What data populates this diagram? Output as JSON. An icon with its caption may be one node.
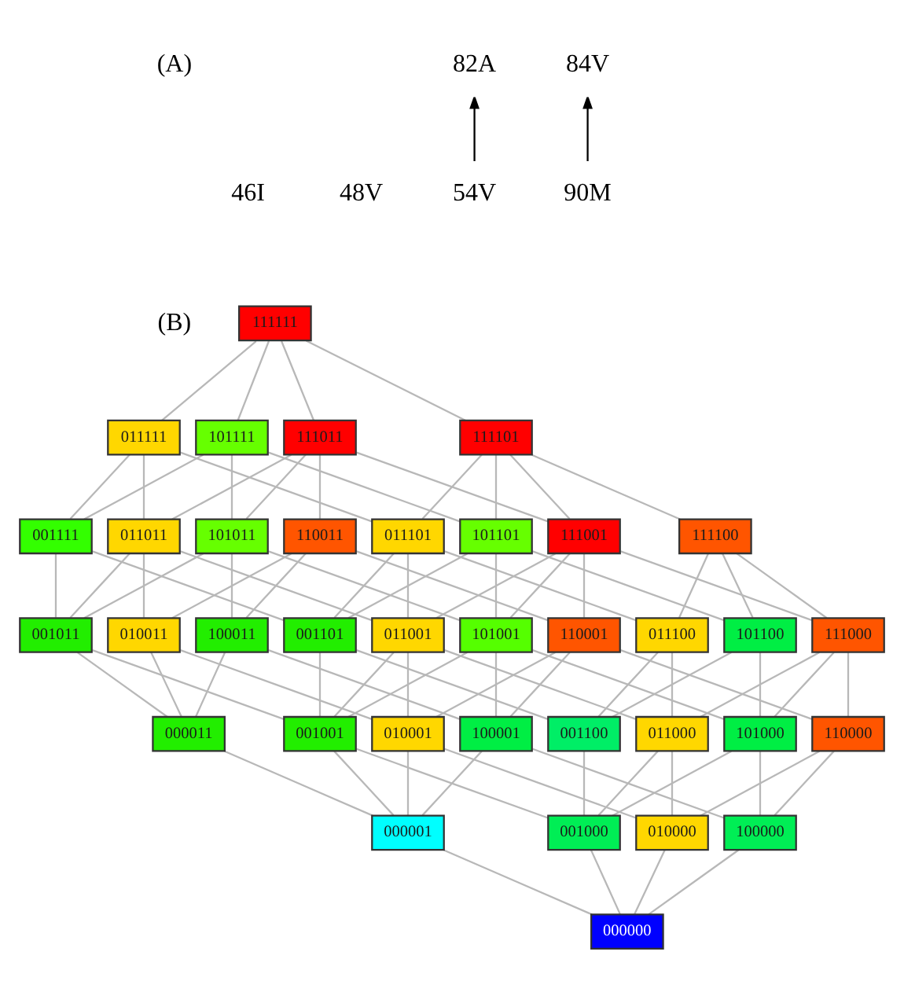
{
  "diagram": {
    "nodes": [
      {
        "text": [
          "82A"
        ]
      },
      {
        "text": [
          "84V"
        ]
      },
      {
        "text": [
          "46I"
        ]
      },
      {
        "text": [
          "48V"
        ]
      },
      {
        "text": [
          "54V"
        ]
      },
      {
        "text": [
          "90M"
        ]
      },
      {
        "text": [
          "111111"
        ]
      },
      {
        "text": [
          "011111"
        ]
      },
      {
        "text": [
          "101111"
        ]
      },
      {
        "text": [
          "111011"
        ]
      },
      {
        "text": [
          "111101"
        ]
      },
      {
        "text": [
          "001111"
        ]
      },
      {
        "text": [
          "011011"
        ]
      },
      {
        "text": [
          "101011"
        ]
      },
      {
        "text": [
          "110011"
        ]
      },
      {
        "text": [
          "011101"
        ]
      },
      {
        "text": [
          "101101"
        ]
      },
      {
        "text": [
          "111001"
        ]
      },
      {
        "text": [
          "111100"
        ]
      },
      {
        "text": [
          "001011"
        ]
      },
      {
        "text": [
          "010011"
        ]
      },
      {
        "text": [
          "100011"
        ]
      },
      {
        "text": [
          "001101"
        ]
      },
      {
        "text": [
          "011001"
        ]
      },
      {
        "text": [
          "101001"
        ]
      },
      {
        "text": [
          "110001"
        ]
      },
      {
        "text": [
          "011100"
        ]
      },
      {
        "text": [
          "101100"
        ]
      },
      {
        "text": [
          "111000"
        ]
      },
      {
        "text": [
          "000011"
        ]
      },
      {
        "text": [
          "001001"
        ]
      },
      {
        "text": [
          "010001"
        ]
      },
      {
        "text": [
          "100001"
        ]
      },
      {
        "text": [
          "001100"
        ]
      },
      {
        "text": [
          "011000"
        ]
      },
      {
        "text": [
          "101000"
        ]
      },
      {
        "text": [
          "110000"
        ]
      },
      {
        "text": [
          "000001"
        ]
      },
      {
        "text": [
          "001000"
        ]
      },
      {
        "text": [
          "010000"
        ]
      },
      {
        "text": [
          "100000"
        ]
      },
      {
        "text": [
          "000000"
        ]
      }
    ],
    "edges": [
      {
        "from": 4,
        "to": 0,
        "arrow": "to",
        "color": "#000000"
      },
      {
        "from": 5,
        "to": 1,
        "arrow": "to",
        "color": "#000000"
      },
      {
        "from": 7,
        "to": 6,
        "arrow": "none"
      },
      {
        "from": 8,
        "to": 6,
        "arrow": "none"
      },
      {
        "from": 9,
        "to": 6,
        "arrow": "none"
      },
      {
        "from": 10,
        "to": 6,
        "arrow": "none"
      },
      {
        "from": 11,
        "to": 7,
        "arrow": "none"
      },
      {
        "from": 12,
        "to": 7,
        "arrow": "none"
      },
      {
        "from": 15,
        "to": 7,
        "arrow": "none"
      },
      {
        "from": 11,
        "to": 8,
        "arrow": "none"
      },
      {
        "from": 13,
        "to": 8,
        "arrow": "none"
      },
      {
        "from": 16,
        "to": 8,
        "arrow": "none"
      },
      {
        "from": 12,
        "to": 9,
        "arrow": "none"
      },
      {
        "from": 13,
        "to": 9,
        "arrow": "none"
      },
      {
        "from": 14,
        "to": 9,
        "arrow": "none"
      },
      {
        "from": 17,
        "to": 9,
        "arrow": "none"
      },
      {
        "from": 15,
        "to": 10,
        "arrow": "none"
      },
      {
        "from": 16,
        "to": 10,
        "arrow": "none"
      },
      {
        "from": 17,
        "to": 10,
        "arrow": "none"
      },
      {
        "from": 18,
        "to": 10,
        "arrow": "none"
      },
      {
        "from": 19,
        "to": 11,
        "arrow": "none"
      },
      {
        "from": 22,
        "to": 11,
        "arrow": "none"
      },
      {
        "from": 19,
        "to": 12,
        "arrow": "none"
      },
      {
        "from": 20,
        "to": 12,
        "arrow": "none"
      },
      {
        "from": 23,
        "to": 12,
        "arrow": "none"
      },
      {
        "from": 19,
        "to": 13,
        "arrow": "none"
      },
      {
        "from": 21,
        "to": 13,
        "arrow": "none"
      },
      {
        "from": 24,
        "to": 13,
        "arrow": "none"
      },
      {
        "from": 20,
        "to": 14,
        "arrow": "none"
      },
      {
        "from": 21,
        "to": 14,
        "arrow": "none"
      },
      {
        "from": 25,
        "to": 14,
        "arrow": "none"
      },
      {
        "from": 22,
        "to": 15,
        "arrow": "none"
      },
      {
        "from": 23,
        "to": 15,
        "arrow": "none"
      },
      {
        "from": 26,
        "to": 15,
        "arrow": "none"
      },
      {
        "from": 22,
        "to": 16,
        "arrow": "none"
      },
      {
        "from": 24,
        "to": 16,
        "arrow": "none"
      },
      {
        "from": 27,
        "to": 16,
        "arrow": "none"
      },
      {
        "from": 23,
        "to": 17,
        "arrow": "none"
      },
      {
        "from": 24,
        "to": 17,
        "arrow": "none"
      },
      {
        "from": 25,
        "to": 17,
        "arrow": "none"
      },
      {
        "from": 28,
        "to": 17,
        "arrow": "none"
      },
      {
        "from": 26,
        "to": 18,
        "arrow": "none"
      },
      {
        "from": 27,
        "to": 18,
        "arrow": "none"
      },
      {
        "from": 28,
        "to": 18,
        "arrow": "none"
      },
      {
        "from": 29,
        "to": 19,
        "arrow": "none"
      },
      {
        "from": 30,
        "to": 19,
        "arrow": "none"
      },
      {
        "from": 29,
        "to": 20,
        "arrow": "none"
      },
      {
        "from": 31,
        "to": 20,
        "arrow": "none"
      },
      {
        "from": 29,
        "to": 21,
        "arrow": "none"
      },
      {
        "from": 32,
        "to": 21,
        "arrow": "none"
      },
      {
        "from": 30,
        "to": 22,
        "arrow": "none"
      },
      {
        "from": 33,
        "to": 22,
        "arrow": "none"
      },
      {
        "from": 30,
        "to": 23,
        "arrow": "none"
      },
      {
        "from": 31,
        "to": 23,
        "arrow": "none"
      },
      {
        "from": 34,
        "to": 23,
        "arrow": "none"
      },
      {
        "from": 30,
        "to": 24,
        "arrow": "none"
      },
      {
        "from": 32,
        "to": 24,
        "arrow": "none"
      },
      {
        "from": 35,
        "to": 24,
        "arrow": "none"
      },
      {
        "from": 31,
        "to": 25,
        "arrow": "none"
      },
      {
        "from": 32,
        "to": 25,
        "arrow": "none"
      },
      {
        "from": 36,
        "to": 25,
        "arrow": "none"
      },
      {
        "from": 33,
        "to": 26,
        "arrow": "none"
      },
      {
        "from": 34,
        "to": 26,
        "arrow": "none"
      },
      {
        "from": 33,
        "to": 27,
        "arrow": "none"
      },
      {
        "from": 35,
        "to": 27,
        "arrow": "none"
      },
      {
        "from": 34,
        "to": 28,
        "arrow": "none"
      },
      {
        "from": 35,
        "to": 28,
        "arrow": "none"
      },
      {
        "from": 36,
        "to": 28,
        "arrow": "none"
      },
      {
        "from": 37,
        "to": 29,
        "arrow": "none"
      },
      {
        "from": 37,
        "to": 30,
        "arrow": "none"
      },
      {
        "from": 38,
        "to": 30,
        "arrow": "none"
      },
      {
        "from": 37,
        "to": 31,
        "arrow": "none"
      },
      {
        "from": 39,
        "to": 31,
        "arrow": "none"
      },
      {
        "from": 37,
        "to": 32,
        "arrow": "none"
      },
      {
        "from": 40,
        "to": 32,
        "arrow": "none"
      },
      {
        "from": 38,
        "to": 33,
        "arrow": "none"
      },
      {
        "from": 38,
        "to": 34,
        "arrow": "none"
      },
      {
        "from": 39,
        "to": 34,
        "arrow": "none"
      },
      {
        "from": 38,
        "to": 35,
        "arrow": "none"
      },
      {
        "from": 40,
        "to": 35,
        "arrow": "none"
      },
      {
        "from": 39,
        "to": 36,
        "arrow": "none"
      },
      {
        "from": 40,
        "to": 36,
        "arrow": "none"
      },
      {
        "from": 41,
        "to": 37,
        "arrow": "none"
      },
      {
        "from": 41,
        "to": 38,
        "arrow": "none"
      },
      {
        "from": 41,
        "to": 39,
        "arrow": "none"
      },
      {
        "from": 41,
        "to": 40,
        "arrow": "none"
      }
    ],
    "labels": [
      "(A)",
      "(B)"
    ]
  }
}
